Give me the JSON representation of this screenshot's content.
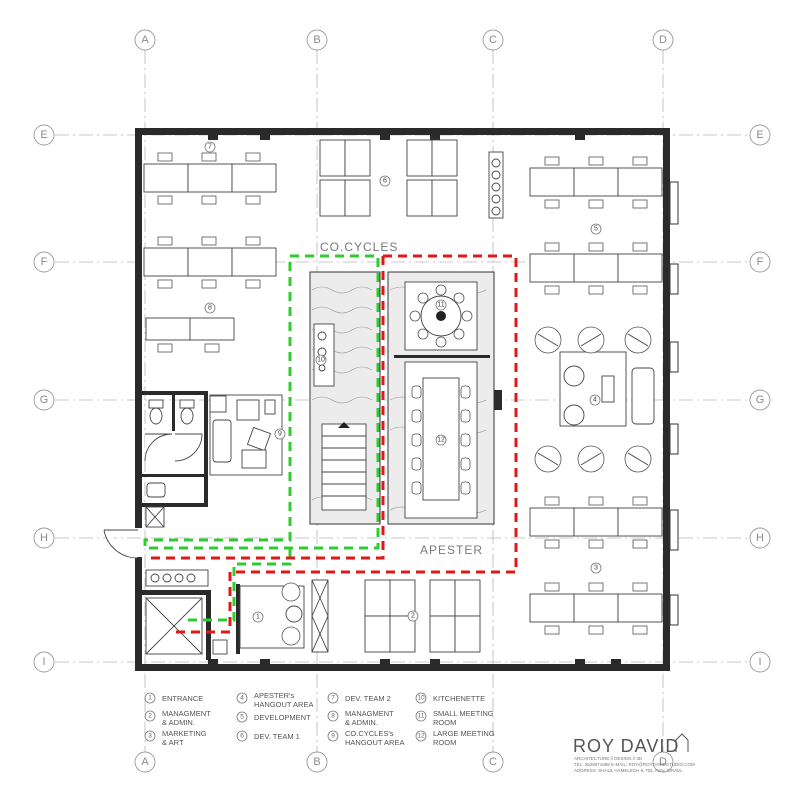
{
  "grid": {
    "columns": [
      "A",
      "B",
      "C",
      "D"
    ],
    "rows": [
      "E",
      "F",
      "G",
      "H",
      "I"
    ]
  },
  "zones": {
    "cocycles": "CO.CYCLES",
    "apester": "APESTER"
  },
  "room_numbers": [
    "1",
    "2",
    "3",
    "4",
    "5",
    "6",
    "7",
    "8",
    "9",
    "10",
    "11",
    "12"
  ],
  "legend": [
    {
      "num": "1",
      "lines": [
        "ENTRANCE"
      ]
    },
    {
      "num": "2",
      "lines": [
        "MANAGMENT",
        "& ADMIN."
      ]
    },
    {
      "num": "3",
      "lines": [
        "MARKETING",
        "& ART"
      ]
    },
    {
      "num": "4",
      "lines": [
        "APESTER's",
        "HANGOUT AREA"
      ]
    },
    {
      "num": "5",
      "lines": [
        "DEVELOPMENT"
      ]
    },
    {
      "num": "6",
      "lines": [
        "DEV. TEAM 1"
      ]
    },
    {
      "num": "7",
      "lines": [
        "DEV. TEAM 2"
      ]
    },
    {
      "num": "8",
      "lines": [
        "MANAGMENT",
        "& ADMIN."
      ]
    },
    {
      "num": "9",
      "lines": [
        "CO.CYCLES's",
        "HANGOUT AREA"
      ]
    },
    {
      "num": "10",
      "lines": [
        "KITCHENETTE"
      ]
    },
    {
      "num": "11",
      "lines": [
        "SMALL MEETING",
        "ROOM"
      ]
    },
    {
      "num": "12",
      "lines": [
        "LARGE MEETING",
        "ROOM"
      ]
    }
  ],
  "brand": {
    "name": "ROY DAVID",
    "tagline1": "ARCHITECTURE // DESIGN // 3D",
    "tagline2": "TEL: 0528571898  E-MAIL: ROY@ROYDAVIDSTUDIO.COM",
    "tagline3": "ADDRESS: SHAUL HAMELECH 6, TEL AVIV, ISRAEL"
  }
}
